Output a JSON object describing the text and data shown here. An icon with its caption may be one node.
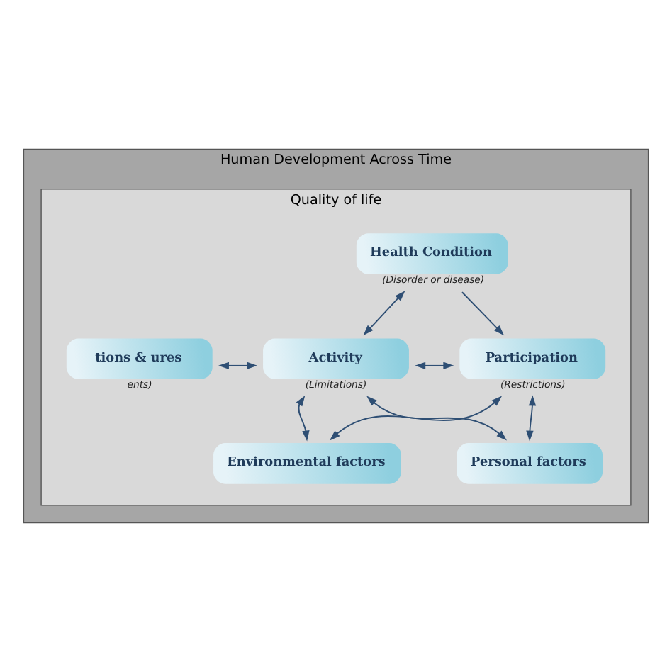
{
  "diagram": {
    "nodes": [
      {
        "text": [
          "Human Development Across Time"
        ]
      },
      {
        "text": [
          "Quality of life"
        ],
        "in": 0
      },
      {
        "text": [
          "Health Condition"
        ],
        "beside": [
          "(Disorder or disease)"
        ],
        "in": 1
      },
      {
        "text": [
          "tions & ures"
        ],
        "beside": [
          "ents)"
        ],
        "in": 1
      },
      {
        "text": [
          "Activity"
        ],
        "beside": [
          "(Limitations)"
        ],
        "in": 1
      },
      {
        "text": [
          "Participation"
        ],
        "beside": [
          "(Restrictions)"
        ],
        "in": 1
      },
      {
        "text": [
          "Environmental factors"
        ],
        "in": 1
      },
      {
        "text": [
          "Personal factors"
        ],
        "in": 1
      }
    ],
    "edges": [
      {
        "from": 2,
        "to": 4,
        "arrow": "both"
      },
      {
        "from": 3,
        "to": 4,
        "arrow": "both"
      },
      {
        "from": 4,
        "to": 5,
        "arrow": "both"
      },
      {
        "from": 2,
        "to": 5,
        "arrow": "to"
      },
      {
        "from": 6,
        "to": 4,
        "arrow": "both"
      },
      {
        "from": 7,
        "to": 4,
        "arrow": "both"
      },
      {
        "from": 6,
        "to": 5,
        "arrow": "both"
      },
      {
        "from": 7,
        "to": 5,
        "arrow": "both"
      }
    ]
  }
}
